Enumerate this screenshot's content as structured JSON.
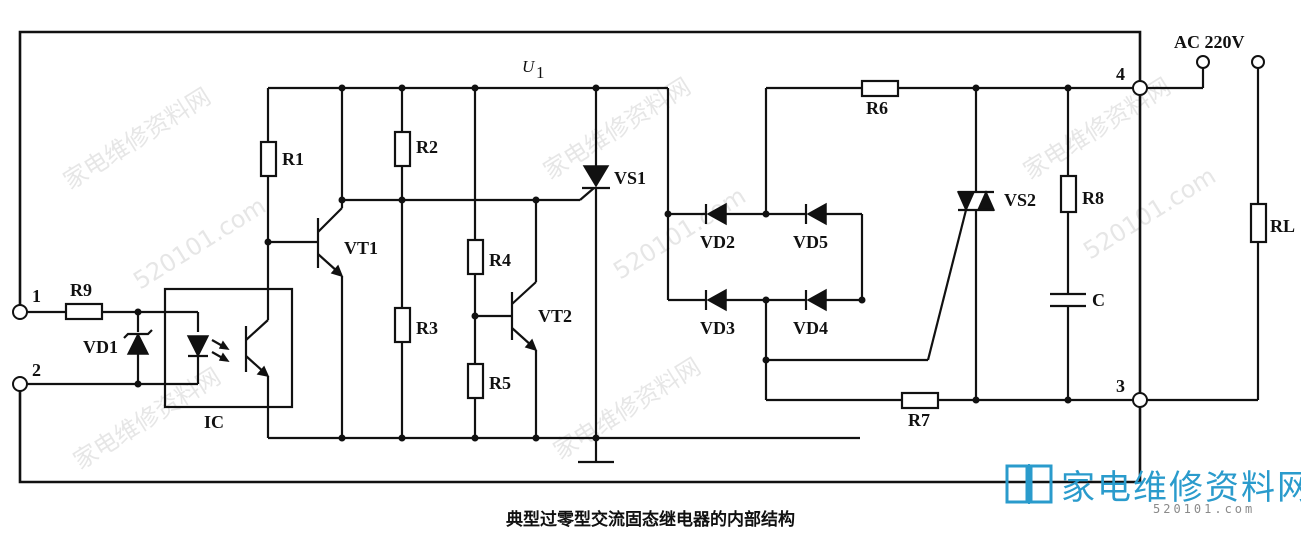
{
  "diagram": {
    "labels": {
      "u1": "U",
      "u1_sub": "1",
      "ac": "AC 220V",
      "r1": "R1",
      "r2": "R2",
      "r3": "R3",
      "r4": "R4",
      "r5": "R5",
      "r6": "R6",
      "r7": "R7",
      "r8": "R8",
      "r9": "R9",
      "rl": "RL",
      "vt1": "VT1",
      "vt2": "VT2",
      "vs1": "VS1",
      "vs2": "VS2",
      "vd1": "VD1",
      "vd2": "VD2",
      "vd3": "VD3",
      "vd4": "VD4",
      "vd5": "VD5",
      "ic": "IC",
      "c": "C",
      "t1": "1",
      "t2": "2",
      "t3": "3",
      "t4": "4"
    },
    "caption": "典型过零型交流固态继电器的内部结构"
  },
  "watermark": {
    "text": "家电维修资料网",
    "site": "520101.com"
  },
  "logo": {
    "main": "家电维修资料网",
    "sub": "520101.com"
  }
}
